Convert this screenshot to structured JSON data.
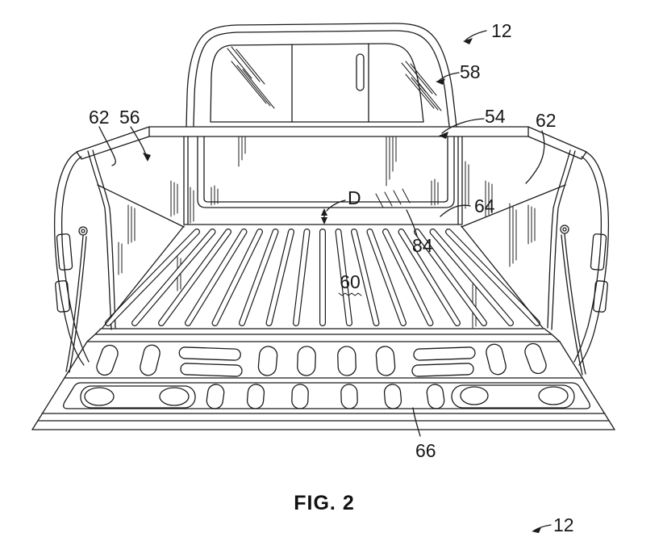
{
  "figure": {
    "caption": "FIG. 2",
    "reference_labels": {
      "truck_top": "12",
      "rear_window": "58",
      "left_top_rail": "62",
      "left_sidewall": "56",
      "header_panel": "54",
      "right_top_rail": "62",
      "divider_panel": "64",
      "divider_edge": "84",
      "gap_dimension": "D",
      "bed_floor": "60",
      "tailgate": "66",
      "truck_bottom": "12"
    }
  }
}
